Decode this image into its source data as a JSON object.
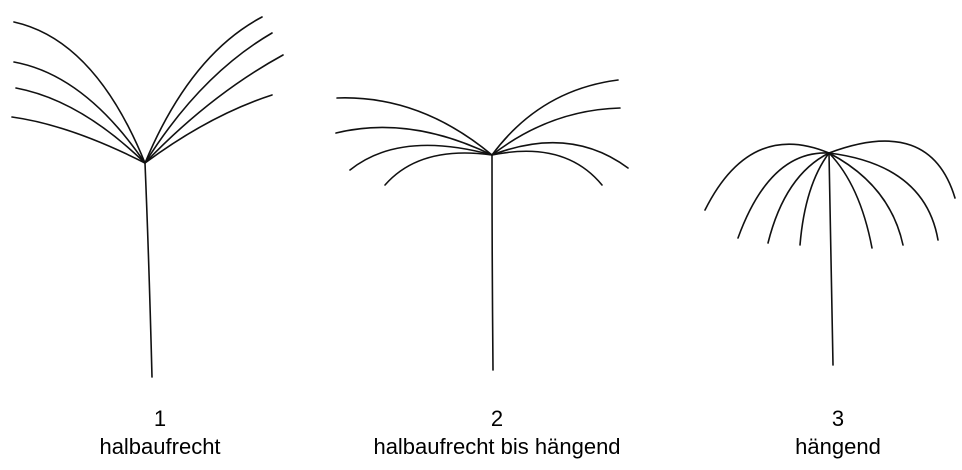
{
  "figures": [
    {
      "number": "1",
      "label": "halbaufrecht"
    },
    {
      "number": "2",
      "label": "halbaufrecht bis hängend"
    },
    {
      "number": "3",
      "label": "hängend"
    }
  ],
  "colors": {
    "stroke": "#111111",
    "background": "#ffffff"
  }
}
